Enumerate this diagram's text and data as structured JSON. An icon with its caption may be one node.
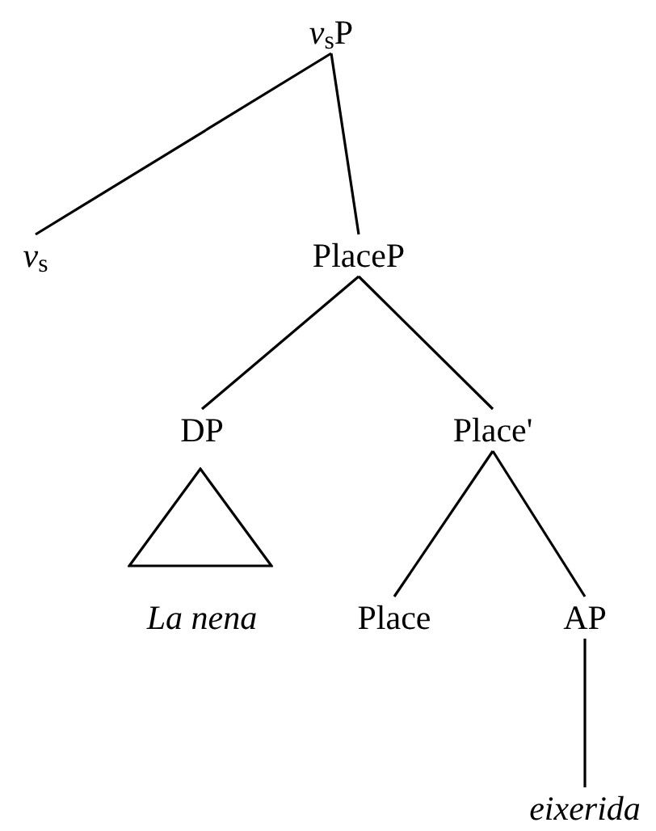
{
  "diagram": {
    "nodes": [
      {
        "text": [
          "*v*$_{s}$P"
        ]
      },
      {
        "text": [
          "*v*$_{s}$"
        ]
      },
      {
        "text": [
          "PlaceP"
        ]
      },
      {
        "text": [
          "DP"
        ]
      },
      {
        "text": [
          "Place'"
        ]
      },
      {
        "text": [],
        "shape": "triangle"
      },
      {
        "text": [
          "*La nena*"
        ]
      },
      {
        "text": [
          "Place"
        ]
      },
      {
        "text": [
          "AP"
        ]
      },
      {
        "text": [
          "*eixerida*"
        ]
      }
    ],
    "edges": [
      {
        "from": 0,
        "to": 1,
        "arrow": "none"
      },
      {
        "from": 0,
        "to": 2,
        "arrow": "none"
      },
      {
        "from": 2,
        "to": 3,
        "arrow": "none"
      },
      {
        "from": 2,
        "to": 4,
        "arrow": "none"
      },
      {
        "from": 4,
        "to": 7,
        "arrow": "none"
      },
      {
        "from": 4,
        "to": 8,
        "arrow": "none"
      },
      {
        "from": 8,
        "to": 9,
        "arrow": "none"
      }
    ]
  }
}
